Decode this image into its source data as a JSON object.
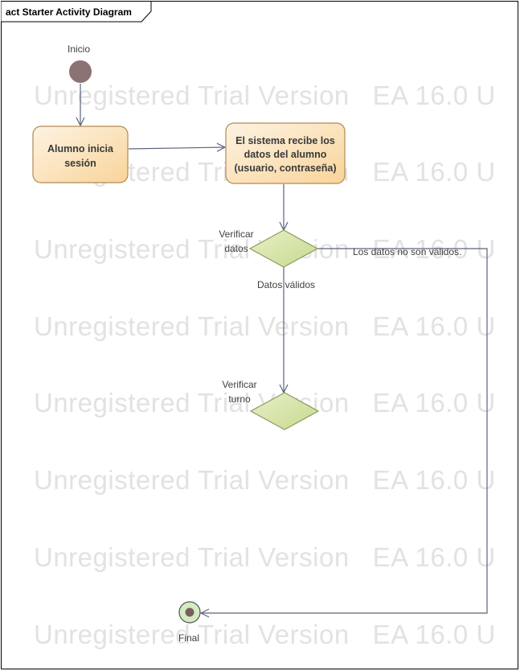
{
  "diagram": {
    "frame_title": "act Starter Activity Diagram",
    "watermark": "Unregistered Trial Version   EA 16.0 U",
    "initial": {
      "label": "Inicio"
    },
    "actions": [
      {
        "id": "login",
        "lines": [
          "Alumno inicia",
          "sesión"
        ]
      },
      {
        "id": "receive",
        "lines": [
          "El sistema recibe los",
          "datos del alumno",
          "(usuario, contraseña)"
        ]
      }
    ],
    "decisions": [
      {
        "id": "verify-data",
        "lines": [
          "Verificar",
          "datos"
        ]
      },
      {
        "id": "verify-turn",
        "lines": [
          "Verificar",
          "turno"
        ]
      }
    ],
    "guards": {
      "invalid": "Los datos no son válidos.",
      "valid": "Datos válidos"
    },
    "final": {
      "label": "Final"
    },
    "colors": {
      "action_fill_light": "#fdf0dc",
      "action_fill_dark": "#fbd9a2",
      "action_stroke": "#b08a55",
      "decision_fill": "#d6e6a8",
      "decision_stroke": "#8a9a5c",
      "initial_fill": "#8c7373",
      "final_ring": "#bfe3a8",
      "edge": "#5a6478"
    }
  }
}
